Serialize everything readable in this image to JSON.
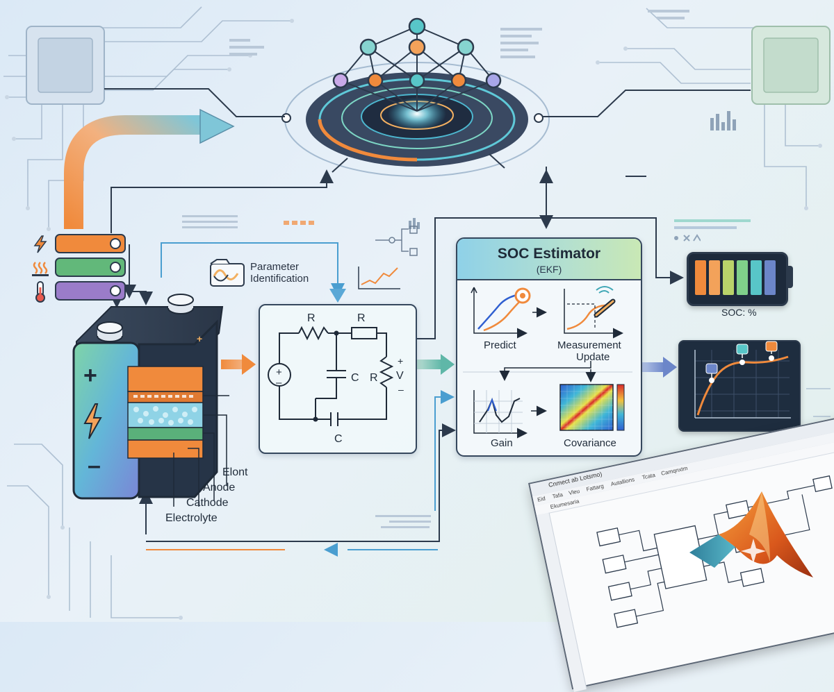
{
  "diagram": {
    "parameter_identification": {
      "line1": "Parameter",
      "line2": "Identification"
    },
    "circuit": {
      "r1": "R",
      "r2": "R",
      "r_load": "R",
      "c1": "C",
      "c2": "C",
      "v_plus": "+",
      "v": "V",
      "v_minus": "–"
    },
    "cell_layers": {
      "elont": "Elont",
      "anode": "Anode",
      "cathode": "Cathode",
      "electrolyte": "Electrolyte"
    },
    "battery_terminals": {
      "plus": "+",
      "minus": "–",
      "small_plus": "+"
    },
    "soc_estimator": {
      "title": "SOC Estimator",
      "subtitle": "(EKF)",
      "predict": "Predict",
      "measurement_update_1": "Measurement",
      "measurement_update_2": "Update",
      "gain": "Gain",
      "covariance": "Covariance"
    },
    "soc_output": {
      "label": "SOC: %"
    },
    "matlab_window": {
      "title": "Cnmect ab Lotsmo)",
      "menu": [
        "Eid",
        "Tafa",
        "Vleu",
        "Fattarg",
        "Autallions",
        "Tcata",
        "Camqnxtm"
      ],
      "toolbar": "Ekumesaria"
    }
  },
  "colors": {
    "orange": "#f08a3c",
    "green": "#62b87a",
    "purple": "#9a7cc9",
    "navy": "#2c3a4c",
    "teal": "#3fa7b5"
  },
  "icons": [
    "lightning-icon",
    "heat-icon",
    "thermometer-icon",
    "matlab-logo-icon",
    "chip-icon",
    "neural-network-icon"
  ]
}
